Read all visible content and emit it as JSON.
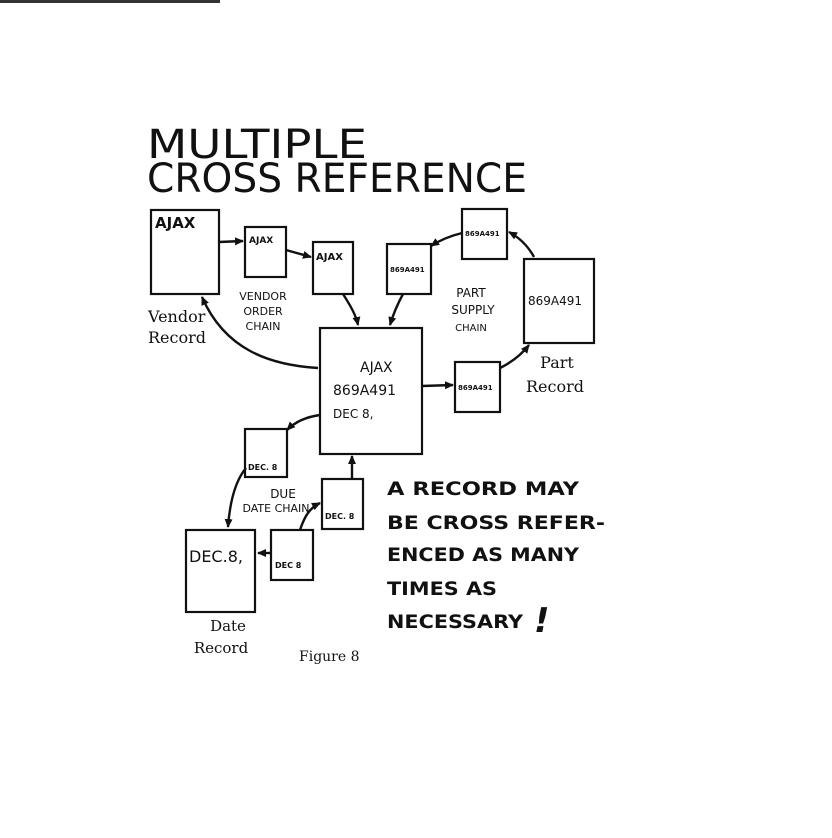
{
  "title": {
    "line1": "MULTIPLE",
    "line2": "CROSS REFERENCE"
  },
  "records": {
    "vendor": {
      "box_text": "AJAX",
      "label_line1": "Vendor",
      "label_line2": "Record"
    },
    "part": {
      "box_text": "869A491",
      "label_line1": "Part",
      "label_line2": "Record"
    },
    "date": {
      "box_text": "DEC.8,",
      "label_line1": "Date",
      "label_line2": "Record"
    },
    "central": {
      "line1": "AJAX",
      "line2": "869A491",
      "line3": "DEC 8,"
    }
  },
  "chains": {
    "vendor_order": {
      "label_line1": "VENDOR",
      "label_line2": "ORDER",
      "label_line3": "CHAIN",
      "box1": "AJAX",
      "box2": "AJAX"
    },
    "part_supply": {
      "label_line1": "PART",
      "label_line2": "SUPPLY",
      "label_line3": "CHAIN",
      "box_top": "869A491",
      "box_left": "869A491",
      "box_bottom": "869A491"
    },
    "due_date": {
      "label_line1": "DUE",
      "label_line2": "DATE CHAIN",
      "box_upper": "DEC. 8",
      "box_right": "DEC. 8",
      "box_lower": "DEC 8"
    }
  },
  "note": {
    "line1": "A RECORD  MAY",
    "line2": "BE CROSS  REFER-",
    "line3": "ENCED AS MANY",
    "line4": "TIMES AS",
    "line5": "NECESSARY",
    "exclaim": "!"
  },
  "caption": "Figure 8"
}
